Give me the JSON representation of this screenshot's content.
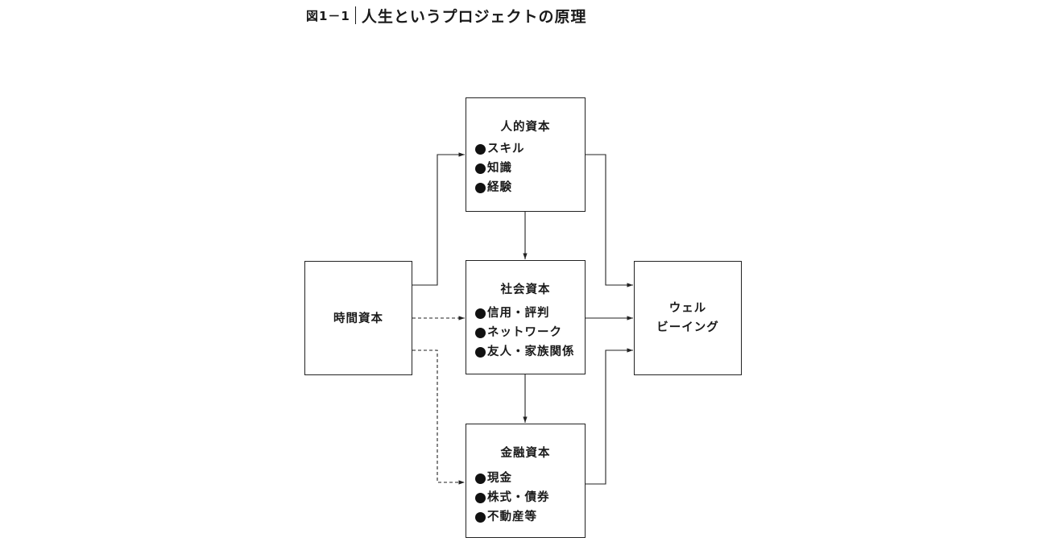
{
  "figure": {
    "number": "図1－1",
    "title": "人生というプロジェクトの原理"
  },
  "boxes": {
    "time": {
      "title": "時間資本"
    },
    "human": {
      "title": "人的資本",
      "items": [
        "スキル",
        "知識",
        "経験"
      ]
    },
    "social": {
      "title": "社会資本",
      "items": [
        "信用・評判",
        "ネットワーク",
        "友人・家族関係"
      ]
    },
    "financial": {
      "title": "金融資本",
      "items": [
        "現金",
        "株式・債券",
        "不動産等"
      ]
    },
    "wellbeing": {
      "lines": [
        "ウェル",
        "ビーイング"
      ]
    }
  }
}
